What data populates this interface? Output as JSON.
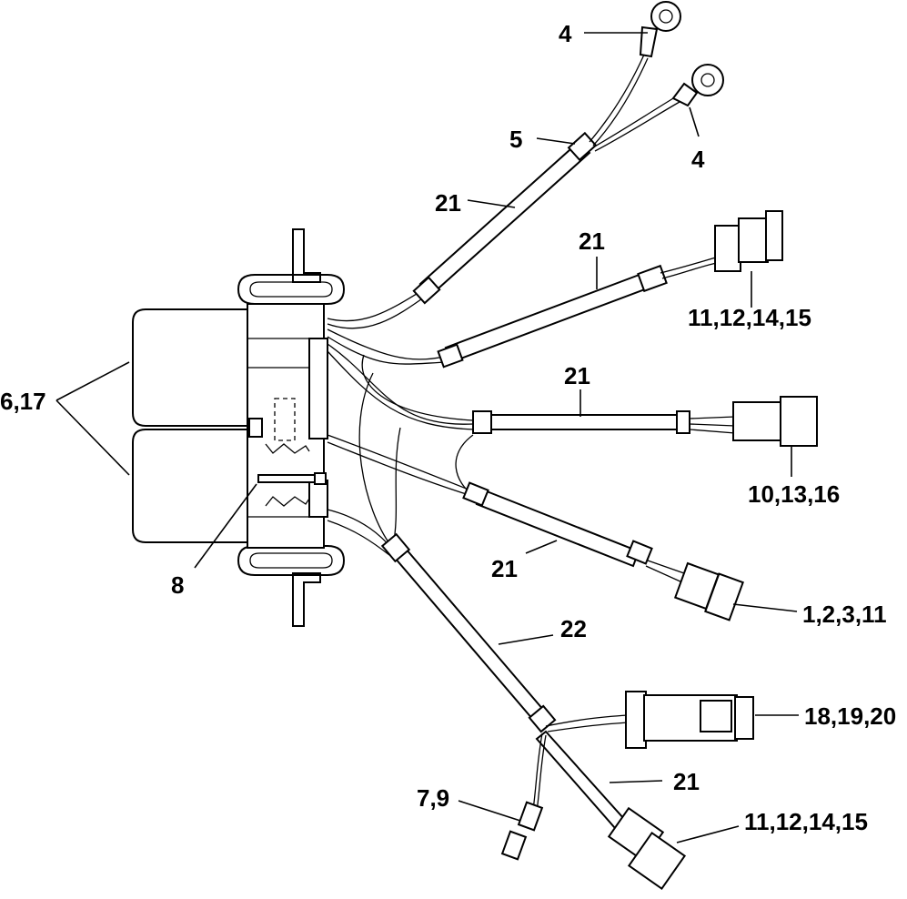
{
  "callouts": [
    {
      "id": "c-4a",
      "text": "4"
    },
    {
      "id": "c-4b",
      "text": "4"
    },
    {
      "id": "c-5",
      "text": "5"
    },
    {
      "id": "c-21a",
      "text": "21"
    },
    {
      "id": "c-21b",
      "text": "21"
    },
    {
      "id": "c-11a",
      "text": "11,12,14,15"
    },
    {
      "id": "c-21c",
      "text": "21"
    },
    {
      "id": "c-6-17",
      "text": "6,17"
    },
    {
      "id": "c-10",
      "text": "10,13,16"
    },
    {
      "id": "c-8",
      "text": "8"
    },
    {
      "id": "c-21d",
      "text": "21"
    },
    {
      "id": "c-1",
      "text": "1,2,3,11"
    },
    {
      "id": "c-22",
      "text": "22"
    },
    {
      "id": "c-18",
      "text": "18,19,20"
    },
    {
      "id": "c-21e",
      "text": "21"
    },
    {
      "id": "c-7-9",
      "text": "7,9"
    },
    {
      "id": "c-11b",
      "text": "11,12,14,15"
    }
  ]
}
